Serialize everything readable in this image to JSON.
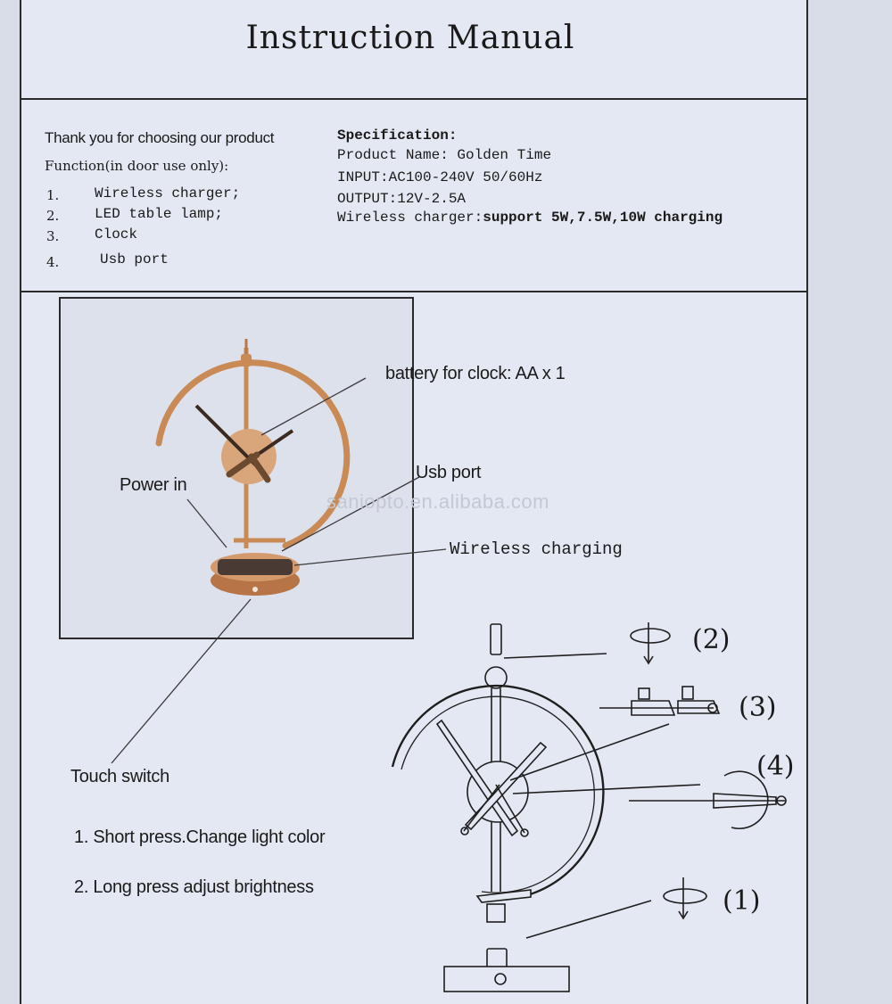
{
  "header": {
    "title": "Instruction Manual"
  },
  "intro": {
    "thanks": "Thank you for choosing our product"
  },
  "functions": {
    "heading": "Function(in door use only):",
    "items": [
      {
        "num": "1.",
        "label": "Wireless charger;"
      },
      {
        "num": "2.",
        "label": "LED table lamp;"
      },
      {
        "num": "3.",
        "label": "Clock"
      },
      {
        "num": "4.",
        "label": "Usb port"
      }
    ]
  },
  "specification": {
    "heading": "Specification:",
    "product_name": "Product Name: Golden Time",
    "input": "INPUT:AC100-240V  50/60Hz",
    "output": "OUTPUT:12V-2.5A",
    "wireless_prefix": "Wireless charger:",
    "wireless_value": "support 5W,7.5W,10W charging"
  },
  "callouts": {
    "battery": "battery for clock: AA x 1",
    "power_in": "Power in",
    "usb_port": "Usb port",
    "wireless_charging": "Wireless charging",
    "touch_switch": "Touch switch"
  },
  "watermark": "saniopto.en.alibaba.com",
  "touch_instructions": [
    "1. Short press.Change light color",
    "2. Long press adjust brightness"
  ],
  "assembly_steps": [
    "(1)",
    "(2)",
    "(3)",
    "(4)"
  ],
  "colors": {
    "gold": "#c98a55",
    "ink": "#2a2a2a",
    "paper": "#e4e8f3"
  }
}
